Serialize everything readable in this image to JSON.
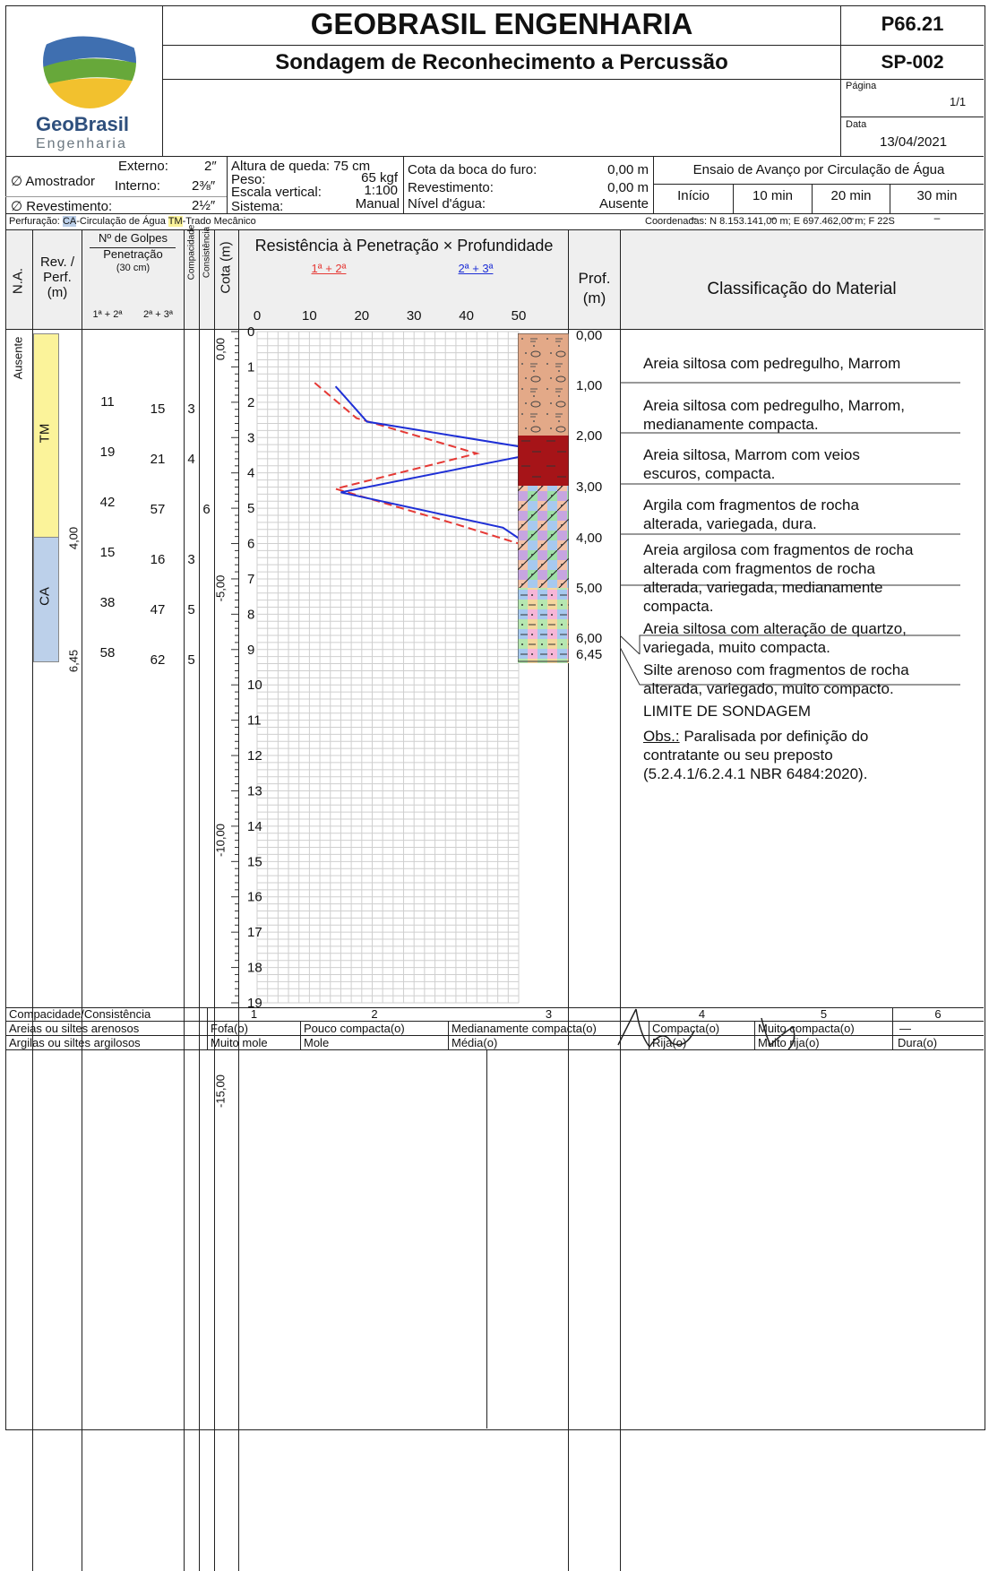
{
  "header": {
    "company": "GEOBRASIL ENGENHARIA",
    "report_title": "Sondagem de Reconhecimento a Percussão",
    "project_code": "P66.21",
    "borehole": "SP-002",
    "page_label": "Página",
    "page_value": "1/1",
    "date_label": "Data",
    "date_value": "13/04/2021",
    "logo_word1": "GeoBrasil",
    "logo_word2": "Engenharia",
    "colors": {
      "logo_blue": "#3f6fb0",
      "logo_green": "#67a83a",
      "logo_yellow": "#f2c12e",
      "logo_text": "#2e4f7d"
    }
  },
  "params": {
    "amostrador_label": "∅ Amostrador",
    "externo_label": "Externo:",
    "externo_value": "2″",
    "interno_label": "Interno:",
    "interno_value": "2⅜″",
    "revestimento_label": "∅ Revestimento:",
    "revestimento_value": "2½″",
    "altura_label": "Altura de queda: 75 cm",
    "peso_label": "Peso:",
    "peso_value": "65 kgf",
    "escala_label": "Escala vertical:",
    "escala_value": "1:100",
    "sistema_label": "Sistema:",
    "sistema_value": "Manual",
    "cota_boca_label": "Cota da boca do furo:",
    "cota_boca_value": "0,00 m",
    "revest_label": "Revestimento:",
    "revest_value": "0,00 m",
    "nivel_label": "Nível d'água:",
    "nivel_value": "Ausente",
    "ensaio_title": "Ensaio de Avanço por Circulação de Água",
    "ensaio_cols": [
      "Início",
      "10 min",
      "20 min",
      "30 min"
    ],
    "ensaio_values": [
      "–",
      "–",
      "–",
      "–"
    ]
  },
  "perfuracao": {
    "label": "Perfuração:",
    "ca": "CA",
    "ca_text": "-Circulação de Água",
    "tm": "TM",
    "tm_text": "-Trado Mecânico",
    "coords": "Coordenadas: N 8.153.141,00 m; E 697.462,00 m; F 22S",
    "colors": {
      "ca": "#bcd0ea",
      "tm": "#fbf39a"
    }
  },
  "columns": {
    "na": "N.A.",
    "rev": "Rev. /",
    "perf": "Perf.",
    "m": "(m)",
    "golpes": "Nº de Golpes",
    "penetracao": "Penetração",
    "cm": "(30 cm)",
    "g12": "1ª + 2ª",
    "g23": "2ª + 3ª",
    "compacidade": "Compacidade",
    "consistencia": "Consistência",
    "cota": "Cota (m)",
    "chart_title": "Resistência à Penetração × Profundidade",
    "legend_red": "1ª + 2ª",
    "legend_blue": "2ª + 3ª",
    "prof": "Prof.",
    "prof_m": "(m)",
    "classificacao": "Classificação do Material"
  },
  "log": {
    "na_value": "Ausente",
    "tm_label": "TM",
    "ca_label": "CA",
    "rev_depth_1": "4,00",
    "rev_depth_2": "6,45",
    "rows": [
      {
        "g12": "11",
        "g23": "15",
        "comp": "3",
        "cons": ""
      },
      {
        "g12": "19",
        "g23": "21",
        "comp": "4",
        "cons": ""
      },
      {
        "g12": "42",
        "g23": "57",
        "comp": "",
        "cons": "6"
      },
      {
        "g12": "15",
        "g23": "16",
        "comp": "3",
        "cons": ""
      },
      {
        "g12": "38",
        "g23": "47",
        "comp": "5",
        "cons": ""
      },
      {
        "g12": "58",
        "g23": "62",
        "comp": "5",
        "cons": ""
      }
    ],
    "cota_labels": [
      "0,00",
      "-5,00",
      "-10,00",
      "-15,00"
    ],
    "prof_labels": [
      "0,00",
      "1,00",
      "2,00",
      "3,00",
      "4,00",
      "5,00",
      "6,00",
      "6,45"
    ],
    "layers": [
      "Areia siltosa com pedregulho, Marrom",
      "Areia siltosa com pedregulho, Marrom,\nmedianamente compacta.",
      "Areia siltosa, Marrom com veios\nescuros, compacta.",
      "Argila com fragmentos de rocha\nalterada, variegada, dura.",
      "Areia argilosa com fragmentos de rocha\nalterada com fragmentos de rocha\nalterada, variegada, medianamente\ncompacta.",
      "Areia siltosa com alteração de quartzo,\nvariegada, muito compacta.",
      "Silte arenoso com fragmentos de rocha\nalterada, variegado, muito compacto."
    ],
    "limite": "LIMITE DE SONDAGEM",
    "obs_label": "Obs.:",
    "obs_text": " Paralisada por definição do\ncontratante ou seu preposto\n(5.2.4.1/6.2.4.1 NBR 6484:2020)."
  },
  "chart_data": {
    "type": "line",
    "title": "Resistência à Penetração × Profundidade",
    "xlabel": "",
    "ylabel": "",
    "xlim": [
      0,
      50
    ],
    "ylim": [
      0,
      19
    ],
    "x_ticks": [
      "0",
      "10",
      "20",
      "30",
      "40",
      "50"
    ],
    "y_ticks": [
      "0",
      "1",
      "2",
      "3",
      "4",
      "5",
      "6",
      "7",
      "8",
      "9",
      "10",
      "11",
      "12",
      "13",
      "14",
      "15",
      "16",
      "17",
      "18",
      "19"
    ],
    "series": [
      {
        "name": "1ª + 2ª",
        "color": "#e53935",
        "style": "dashed",
        "points": [
          [
            11,
            1.45
          ],
          [
            19,
            2.45
          ],
          [
            42,
            3.45
          ],
          [
            15,
            4.45
          ],
          [
            38,
            5.45
          ],
          [
            50,
            6.0
          ]
        ]
      },
      {
        "name": "2ª + 3ª",
        "color": "#1e2fd6",
        "style": "solid",
        "points": [
          [
            15,
            1.55
          ],
          [
            21,
            2.55
          ],
          [
            50,
            3.25
          ],
          [
            50,
            3.55
          ],
          [
            16,
            4.55
          ],
          [
            47,
            5.55
          ],
          [
            50,
            5.85
          ]
        ]
      }
    ]
  },
  "footer": {
    "row1_label": "Compacidade/Consistência",
    "row2_label": "Areias ou siltes arenosos",
    "row3_label": "Argilas ou siltes argilosos",
    "nums": [
      "1",
      "2",
      "3",
      "4",
      "5",
      "6"
    ],
    "areias": [
      "Fofa(o)",
      "Pouco compacta(o)",
      "Medianamente compacta(o)",
      "Compacta(o)",
      "Muito compacta(o)",
      "—"
    ],
    "argilas": [
      "Muito mole",
      "Mole",
      "Média(o)",
      "Rija(o)",
      "Muito rija(o)",
      "Dura(o)"
    ]
  }
}
